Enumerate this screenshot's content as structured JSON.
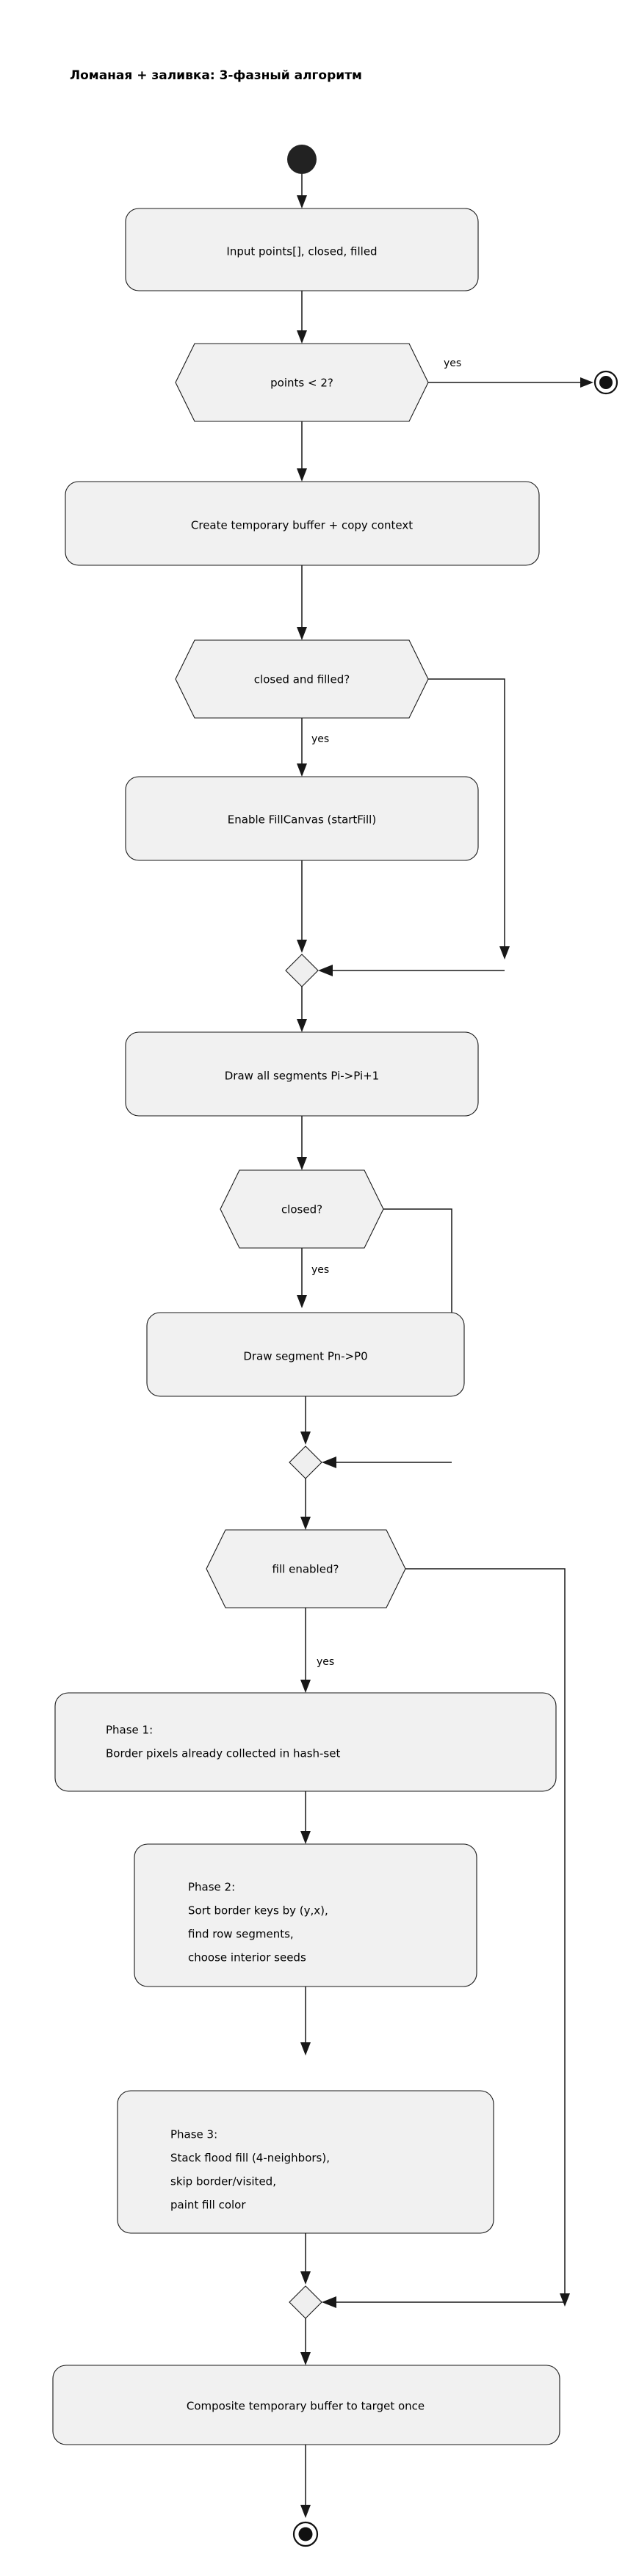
{
  "title": "Ломаная + заливка: 3-фазный алгоритм",
  "theme": {
    "background": "#ffffff",
    "node_fill": "#f1f1f1",
    "node_stroke": "#181818",
    "text_color": "#000000",
    "terminal_fill": "#222222"
  },
  "nodes": {
    "start": {
      "kind": "start-terminal",
      "label": ""
    },
    "input_points": {
      "kind": "activity",
      "label": "Input points[], closed, filled"
    },
    "points_lt2": {
      "kind": "decision",
      "label": "points < 2?"
    },
    "early_end": {
      "kind": "end-terminal",
      "label": ""
    },
    "create_buffer": {
      "kind": "activity",
      "label": "Create temporary buffer + copy context"
    },
    "closed_and_filled": {
      "kind": "decision",
      "label": "closed and filled?"
    },
    "enable_fillcanvas": {
      "kind": "activity",
      "label": "Enable FillCanvas (startFill)"
    },
    "merge_fill": {
      "kind": "merge",
      "label": ""
    },
    "draw_all_segments": {
      "kind": "activity",
      "label": "Draw all segments Pi->Pi+1"
    },
    "closed": {
      "kind": "decision",
      "label": "closed?"
    },
    "draw_closing_segment": {
      "kind": "activity",
      "label": "Draw segment Pn->P0"
    },
    "merge_closed": {
      "kind": "merge",
      "label": ""
    },
    "fill_enabled": {
      "kind": "decision",
      "label": "fill enabled?"
    },
    "phase1": {
      "kind": "activity",
      "lines": [
        "Phase 1:",
        "Border pixels already collected in hash-set"
      ]
    },
    "phase2": {
      "kind": "activity",
      "lines": [
        "Phase 2:",
        "Sort border keys by (y,x),",
        "find row segments,",
        "choose interior seeds"
      ]
    },
    "phase3": {
      "kind": "activity",
      "lines": [
        "Phase 3:",
        "Stack flood fill (4-neighbors),",
        "skip border/visited,",
        "paint fill color"
      ]
    },
    "merge_fill_done": {
      "kind": "merge",
      "label": ""
    },
    "composite": {
      "kind": "activity",
      "label": "Composite temporary buffer to target once"
    },
    "final_end": {
      "kind": "end-terminal",
      "label": ""
    }
  },
  "edge_labels": {
    "points_lt2_yes": "yes",
    "closed_and_filled_yes": "yes",
    "closed_yes": "yes",
    "fill_enabled_yes": "yes"
  }
}
